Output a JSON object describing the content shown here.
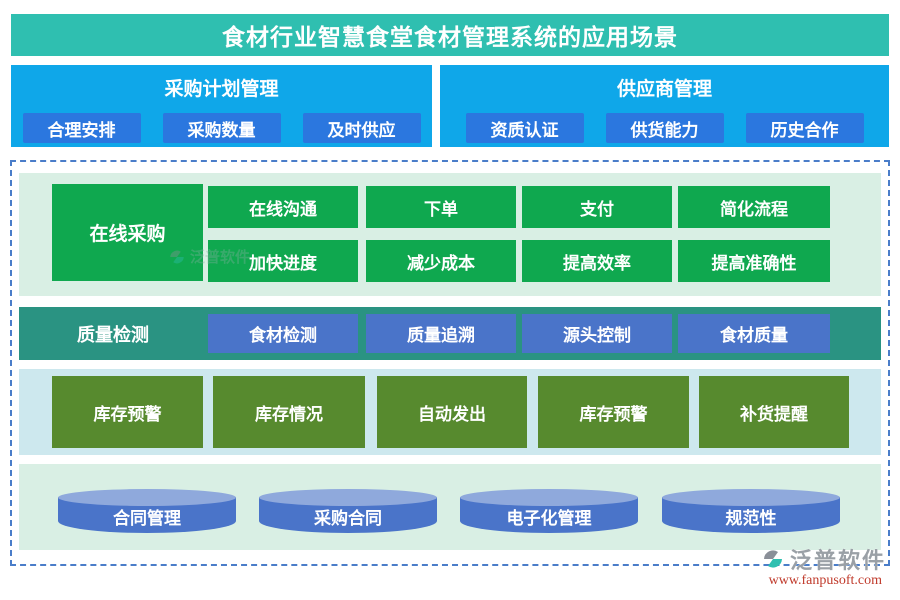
{
  "title": "食材行业智慧食堂食材管理系统的应用场景",
  "colors": {
    "teal": "#2FBFB0",
    "sky": "#0FA7E9",
    "royal": "#2B77DF",
    "green": "#0FA84F",
    "mint": "#D9EFE4",
    "tealband": "#2A9382",
    "royal2": "#4A74C9",
    "olive": "#578A2E",
    "lblue": "#CDE8EE",
    "dash": "#4A7DC9",
    "cyltop": "#8FA9DC",
    "brandgrey": "#9AA0A6",
    "urlred": "#C03A2B"
  },
  "header_sections": [
    {
      "title": "采购计划管理",
      "items": [
        "合理安排",
        "采购数量",
        "及时供应"
      ]
    },
    {
      "title": "供应商管理",
      "items": [
        "资质认证",
        "供货能力",
        "历史合作"
      ]
    }
  ],
  "online_purchase": {
    "label": "在线采购",
    "row1": [
      "在线沟通",
      "下单",
      "支付",
      "简化流程"
    ],
    "row2": [
      "加快进度",
      "减少成本",
      "提高效率",
      "提高准确性"
    ]
  },
  "quality_check": {
    "label": "质量检测",
    "items": [
      "食材检测",
      "质量追溯",
      "源头控制",
      "食材质量"
    ]
  },
  "inventory_warning": {
    "label": "库存预警",
    "items": [
      "库存情况",
      "自动发出",
      "库存预警",
      "补货提醒"
    ]
  },
  "contract": {
    "items": [
      "合同管理",
      "采购合同",
      "电子化管理",
      "规范性"
    ]
  },
  "watermark": {
    "brand": "泛普软件",
    "url": "www.fanpusoft.com"
  }
}
